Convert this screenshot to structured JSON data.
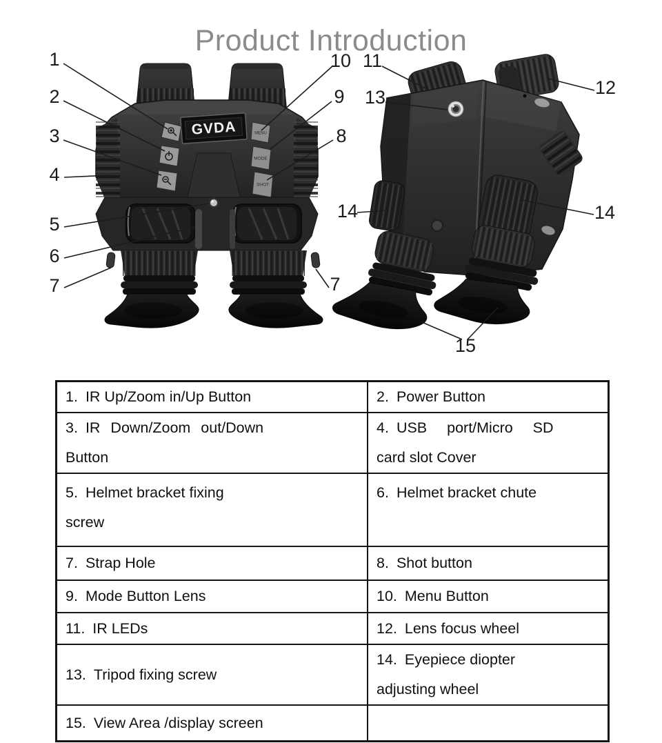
{
  "title": "Product Introduction",
  "device": {
    "brand": "GVDA",
    "buttons": {
      "menu": "MENU",
      "mode": "MODE",
      "shot": "SHOT"
    }
  },
  "diagram": {
    "callouts": [
      {
        "label": "1"
      },
      {
        "label": "2"
      },
      {
        "label": "3"
      },
      {
        "label": "4"
      },
      {
        "label": "5"
      },
      {
        "label": "6"
      },
      {
        "label": "7"
      },
      {
        "label": "7"
      },
      {
        "label": "8"
      },
      {
        "label": "9"
      },
      {
        "label": "10"
      },
      {
        "label": "11"
      },
      {
        "label": "12"
      },
      {
        "label": "13"
      },
      {
        "label": "14"
      },
      {
        "label": "14"
      },
      {
        "label": "15"
      }
    ]
  },
  "table": {
    "rows": [
      {
        "left": {
          "n": "1.",
          "t": "IR Up/Zoom in/Up Button"
        },
        "right": {
          "n": "2.",
          "t": "Power Button"
        }
      },
      {
        "left": {
          "n": "3.",
          "t1": "IR Down/Zoom out/Down",
          "t2": "Button"
        },
        "right": {
          "n": "4.",
          "t1": "USB port/Micro SD",
          "t2": "card slot Cover"
        }
      },
      {
        "left": {
          "n": "5.",
          "t1": "Helmet bracket fixing",
          "t2": "screw"
        },
        "right": {
          "n": "6.",
          "t": "Helmet bracket chute"
        }
      },
      {
        "left": {
          "n": "7.",
          "t": "Strap Hole"
        },
        "right": {
          "n": "8.",
          "t": "Shot button"
        }
      },
      {
        "left": {
          "n": "9.",
          "t": "Mode Button Lens"
        },
        "right": {
          "n": "10.",
          "t": "Menu Button"
        }
      },
      {
        "left": {
          "n": "11.",
          "t": "IR LEDs"
        },
        "right": {
          "n": "12.",
          "t": "Lens focus wheel"
        }
      },
      {
        "left": {
          "n": "13.",
          "t": "Tripod fixing screw"
        },
        "right": {
          "n": "14.",
          "t1": "Eyepiece diopter",
          "t2": "adjusting wheel"
        }
      },
      {
        "left": {
          "n": "15.",
          "t": "View Area /display screen"
        },
        "right": {
          "n": "",
          "t": ""
        }
      }
    ]
  }
}
